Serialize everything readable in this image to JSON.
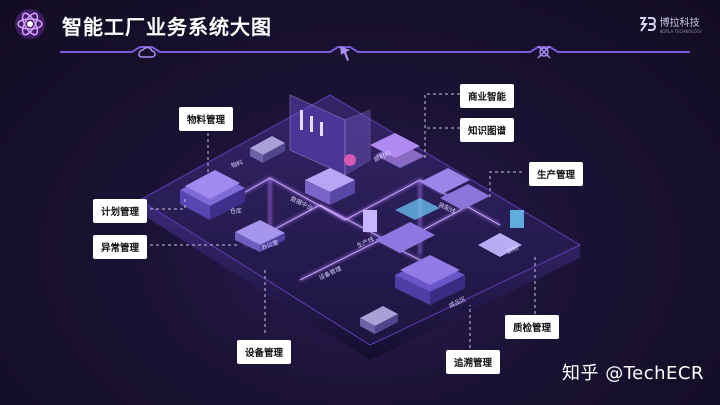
{
  "header": {
    "title": "智能工厂业务系统大图",
    "brand_name": "博拉科技",
    "brand_sub": "BORLA TECHNOLOGY"
  },
  "callouts": [
    {
      "id": "materials",
      "label": "物料管理"
    },
    {
      "id": "planning",
      "label": "计划管理"
    },
    {
      "id": "exception",
      "label": "异常管理"
    },
    {
      "id": "equipment",
      "label": "设备管理"
    },
    {
      "id": "bi",
      "label": "商业智能"
    },
    {
      "id": "knowledge",
      "label": "知识图谱"
    },
    {
      "id": "production",
      "label": "生产管理"
    },
    {
      "id": "quality",
      "label": "质检管理"
    },
    {
      "id": "trace",
      "label": "追溯管理"
    }
  ],
  "map_labels": {
    "warehouse": "仓库",
    "office": "办公室",
    "data_center": "数据中台",
    "equipment": "设备管理",
    "assembly": "装配线",
    "production_line": "生产线",
    "inspection": "质检",
    "finished": "成品区",
    "raw": "原材料",
    "material": "物料"
  },
  "watermark": "知乎 @TechECR",
  "colors": {
    "accent": "#8b5cf6",
    "platform": "#2b1f52",
    "glow": "#b07cff"
  }
}
